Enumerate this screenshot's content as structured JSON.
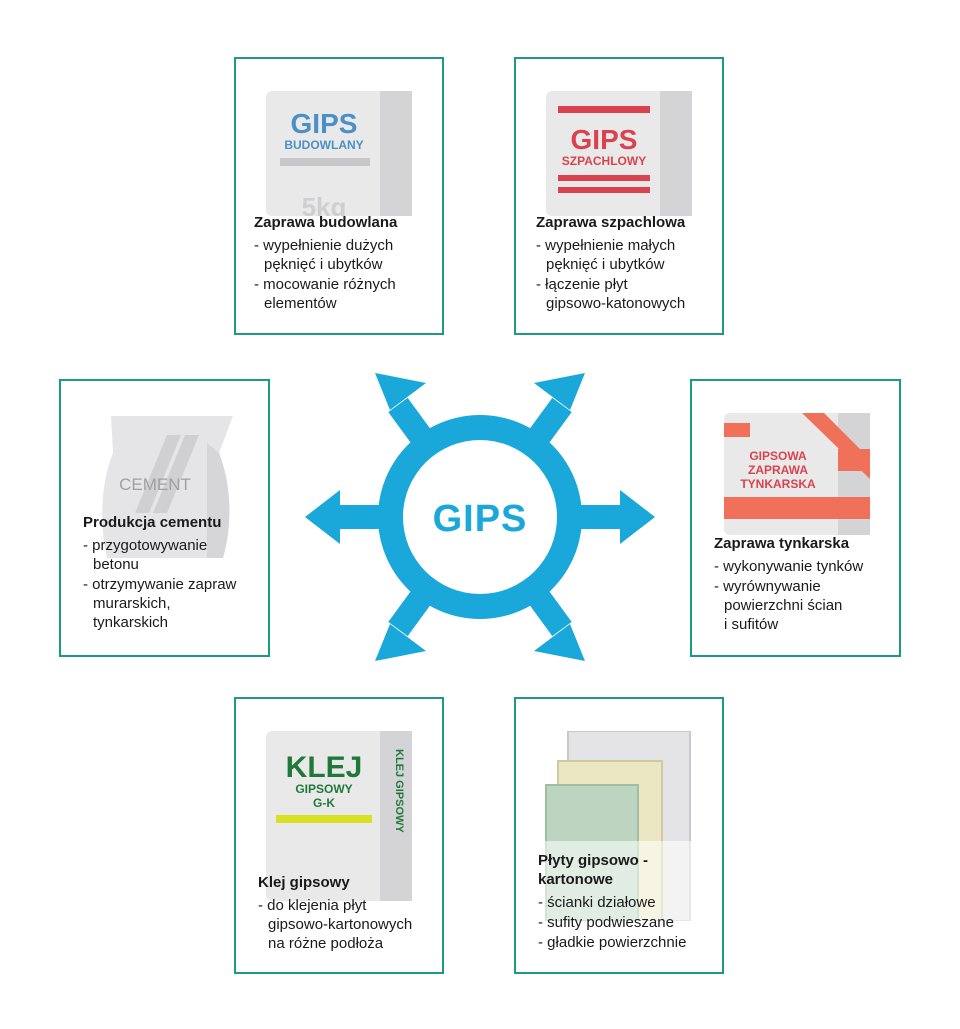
{
  "center": {
    "label": "GIPS",
    "color": "#1aa7d9"
  },
  "colors": {
    "border": "#1e9a82",
    "hub": "#1aa7d9"
  },
  "cards": [
    {
      "id": "zaprawa-budowlana",
      "title": "Zaprawa budowlana",
      "items": [
        "wypełnienie dużych\npęknięć i ubytków",
        "mocowanie różnych\nelementów"
      ],
      "pack": {
        "line1": "GIPS",
        "line2": "BUDOWLANY",
        "weight": "5kg",
        "color": "#4a90c6"
      }
    },
    {
      "id": "zaprawa-szpachlowa",
      "title": "Zaprawa szpachlowa",
      "items": [
        "wypełnienie małych\npęknięć i ubytków",
        "łączenie płyt\ngipsowo-katonowych"
      ],
      "pack": {
        "line1": "GIPS",
        "line2": "SZPACHLOWY",
        "color": "#d9434f"
      }
    },
    {
      "id": "produkcja-cementu",
      "title": "Produkcja cementu",
      "items": [
        "przygotowywanie\nbetonu",
        "otrzymywanie zapraw\nmurarskich,\ntynkarskich"
      ],
      "pack": {
        "line1": "CEMENT"
      }
    },
    {
      "id": "zaprawa-tynkarska",
      "title": "Zaprawa tynkarska",
      "items": [
        "wykonywanie tynków",
        "wyrównywanie\npowierzchni ścian\ni sufitów"
      ],
      "pack": {
        "line1": "GIPSOWA",
        "line2": "ZAPRAWA",
        "line3": "TYNKARSKA",
        "color": "#f0715a"
      }
    },
    {
      "id": "klej-gipsowy",
      "title": "Klej gipsowy",
      "items": [
        "do klejenia płyt\ngipsowo-kartonowych\nna różne podłoża"
      ],
      "pack": {
        "line1": "KLEJ",
        "line2": "GIPSOWY",
        "line3": "G-K",
        "side": "KLEJ GIPSOWY",
        "color": "#1f7a3a"
      }
    },
    {
      "id": "plyty-gipsowo-kartonowe",
      "title": "Płyty gipsowo -\nkartonowe",
      "items": [
        "ścianki działowe",
        "sufity podwieszane",
        "gładkie powierzchnie"
      ]
    }
  ]
}
